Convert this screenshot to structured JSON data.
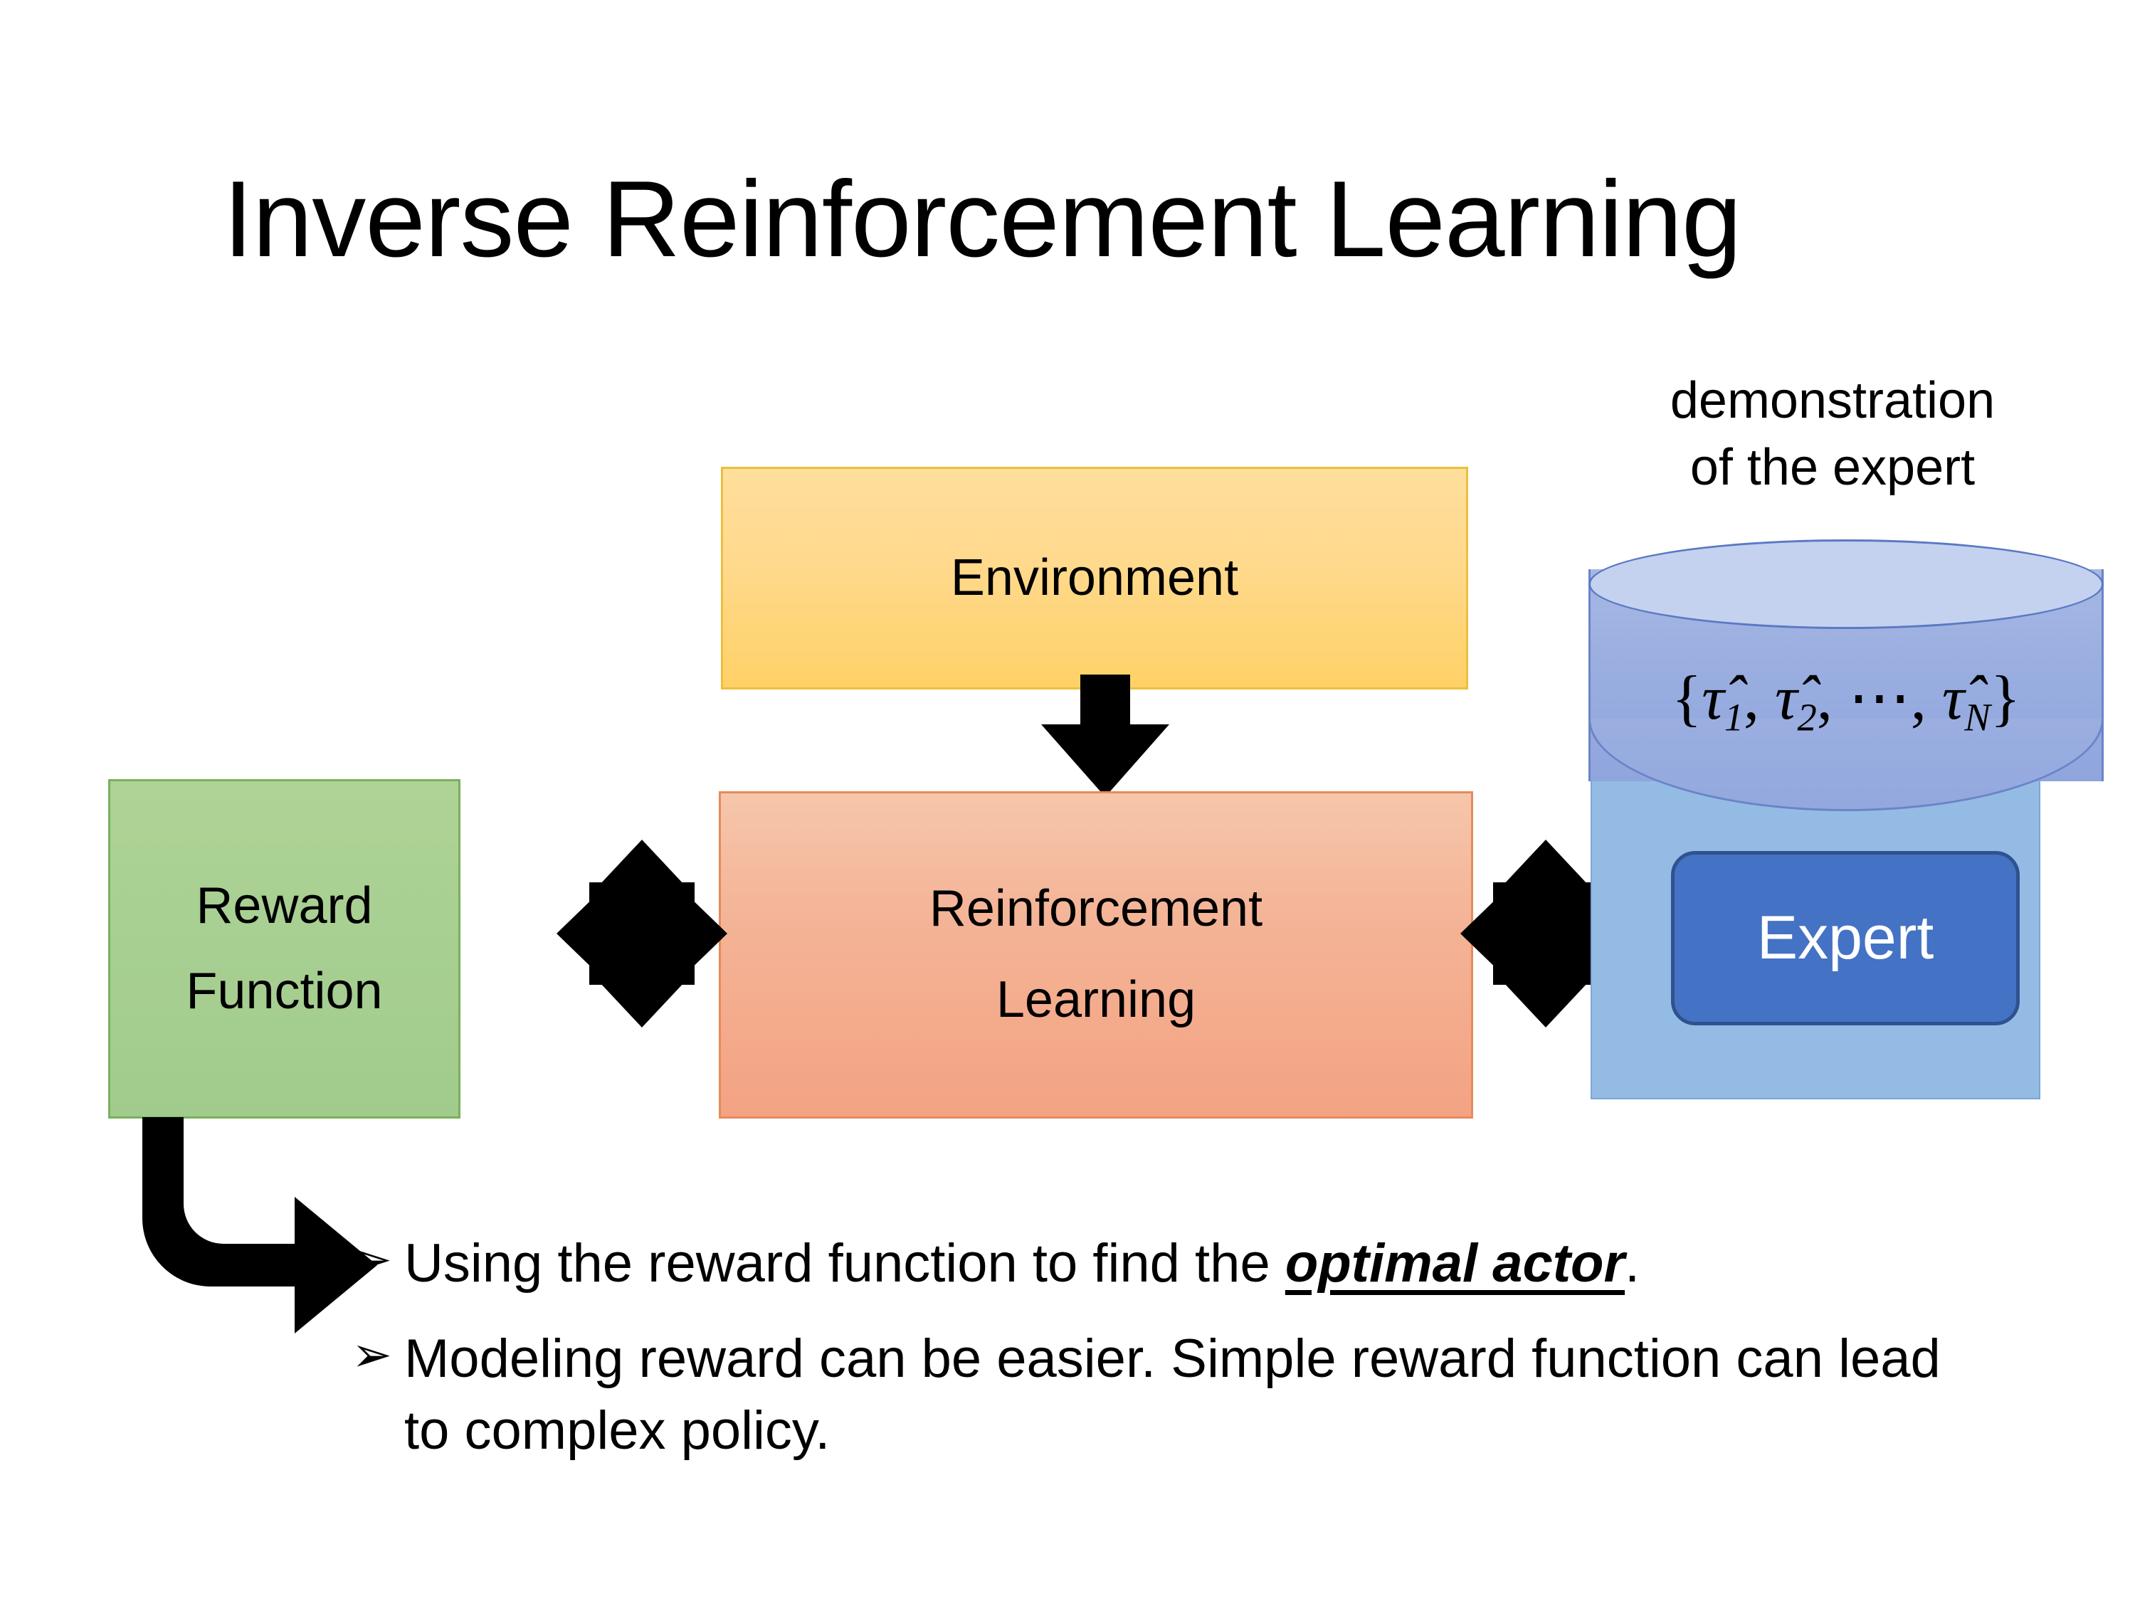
{
  "slide": {
    "title": "Inverse Reinforcement Learning",
    "background_color": "#FFFFFF"
  },
  "diagram": {
    "environment": {
      "label": "Environment",
      "fill_top": "#FFDF9C",
      "fill_bottom": "#FFD167",
      "border": "#EDBF3C"
    },
    "reinforcement_learning": {
      "label_line1": "Reinforcement",
      "label_line2": "Learning",
      "fill_top": "#F6C6AB",
      "fill_bottom": "#F3A383",
      "border": "#E78B5A"
    },
    "reward_function": {
      "label_line1": "Reward",
      "label_line2": "Function",
      "fill_top": "#AED396",
      "fill_bottom": "#A1CB8D",
      "border": "#7AAF5C"
    },
    "demonstration": {
      "caption_line1": "demonstration",
      "caption_line2": "of the expert",
      "formula": "{τ̂1, τ̂2, ⋯, τ̂N}",
      "formula_parts": {
        "open_brace": "{",
        "tau1": "τ̂",
        "sub1": "1",
        "comma1": ", ",
        "tau2": "τ̂",
        "sub2": "2",
        "comma2": ", ",
        "ellipsis": "⋯",
        "comma3": ", ",
        "tauN": "τ̂",
        "subN": "N",
        "close_brace": "}"
      },
      "cylinder_top_fill": "#C4D2EF",
      "cylinder_body_fill": "#9AAEE0",
      "cylinder_border": "#6A84C8"
    },
    "expert_panel": {
      "fill": "#94BBE4",
      "border": "#7AA7D6"
    },
    "expert_chip": {
      "label": "Expert",
      "fill": "#4472C4",
      "border": "#2F528F",
      "text_color": "#FFFFFF"
    },
    "connectors": {
      "environment_to_rl": "down-arrow",
      "reward_to_rl": "quad-arrow",
      "rl_to_expert": "quad-arrow",
      "reward_to_bullets": "elbow-arrow",
      "color": "#000000"
    }
  },
  "bullets": {
    "marker": "➢",
    "items": [
      {
        "prefix": "Using the reward function to find the ",
        "emphasis": "optimal actor",
        "suffix": "."
      },
      {
        "prefix": "Modeling reward can be easier. Simple reward function can lead to complex policy.",
        "emphasis": "",
        "suffix": ""
      }
    ]
  }
}
